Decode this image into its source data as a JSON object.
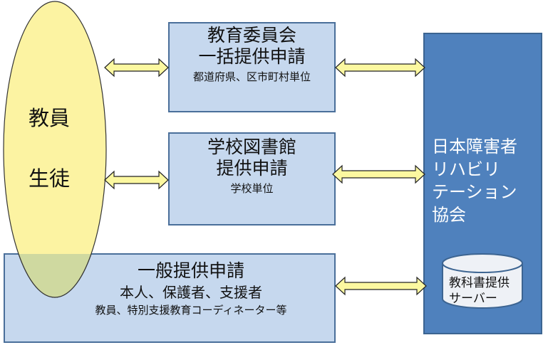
{
  "users": {
    "line1": "教員",
    "line2": "生徒"
  },
  "boxes": [
    {
      "title_lines": [
        "教育委員会",
        "一括提供申請"
      ],
      "subtitle": "都道府県、区市町村単位"
    },
    {
      "title_lines": [
        "学校図書館",
        "提供申請"
      ],
      "subtitle": "学校単位"
    },
    {
      "title": "一般提供申請",
      "subtitle": "本人、保護者、支援者",
      "note": "教員、特別支援教育コーディネーター等"
    }
  ],
  "organization": {
    "name": "日本障害者\nリハビリ\nテーション\n協会"
  },
  "server": {
    "line1": "教科書提供",
    "line2": "サーバー"
  },
  "colors": {
    "ellipse_fill": "#fcf3a2",
    "box_fill": "#c6d8ee",
    "box_border": "#4a6f9a",
    "org_fill": "#4f81bd",
    "arrow_fill": "#fcf8a0",
    "server_fill": "#eef1f6"
  }
}
